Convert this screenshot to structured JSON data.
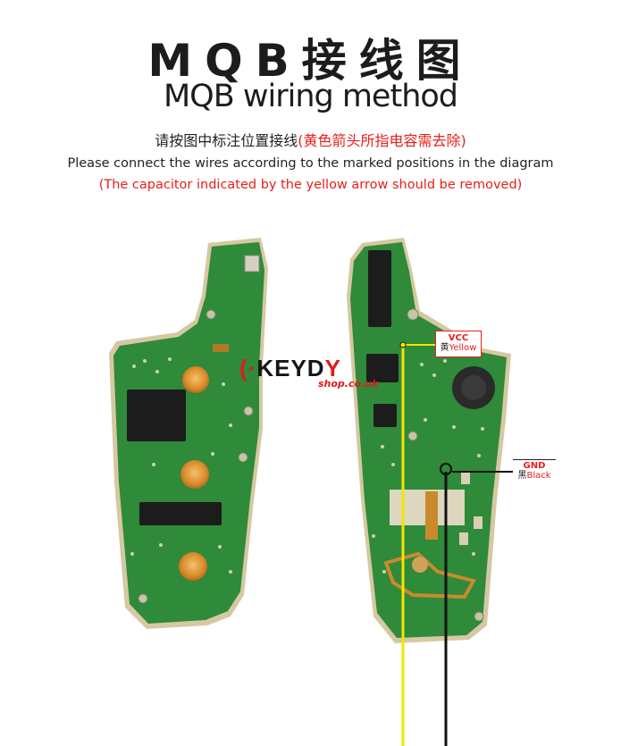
{
  "header": {
    "title_cn": "MQB接线图",
    "title_en": "MQB wiring method"
  },
  "instructions": {
    "cn_main": "请按图中标注位置接线",
    "cn_note": "(黄色箭头所指电容需去除)",
    "en_main": "Please connect the wires according to the marked positions in the diagram",
    "en_note": "(The capacitor indicated by the yellow arrow should be removed)"
  },
  "logo": {
    "brand": "KEYD",
    "brand_suffix": "Y",
    "sub": "shop.co.uk"
  },
  "labels": {
    "vcc": "VCC",
    "vcc_color": "Yellow",
    "gnd": "GND",
    "gnd_color": "Black"
  },
  "wire_colors": {
    "vcc": "#f5e500",
    "gnd": "#111111"
  }
}
